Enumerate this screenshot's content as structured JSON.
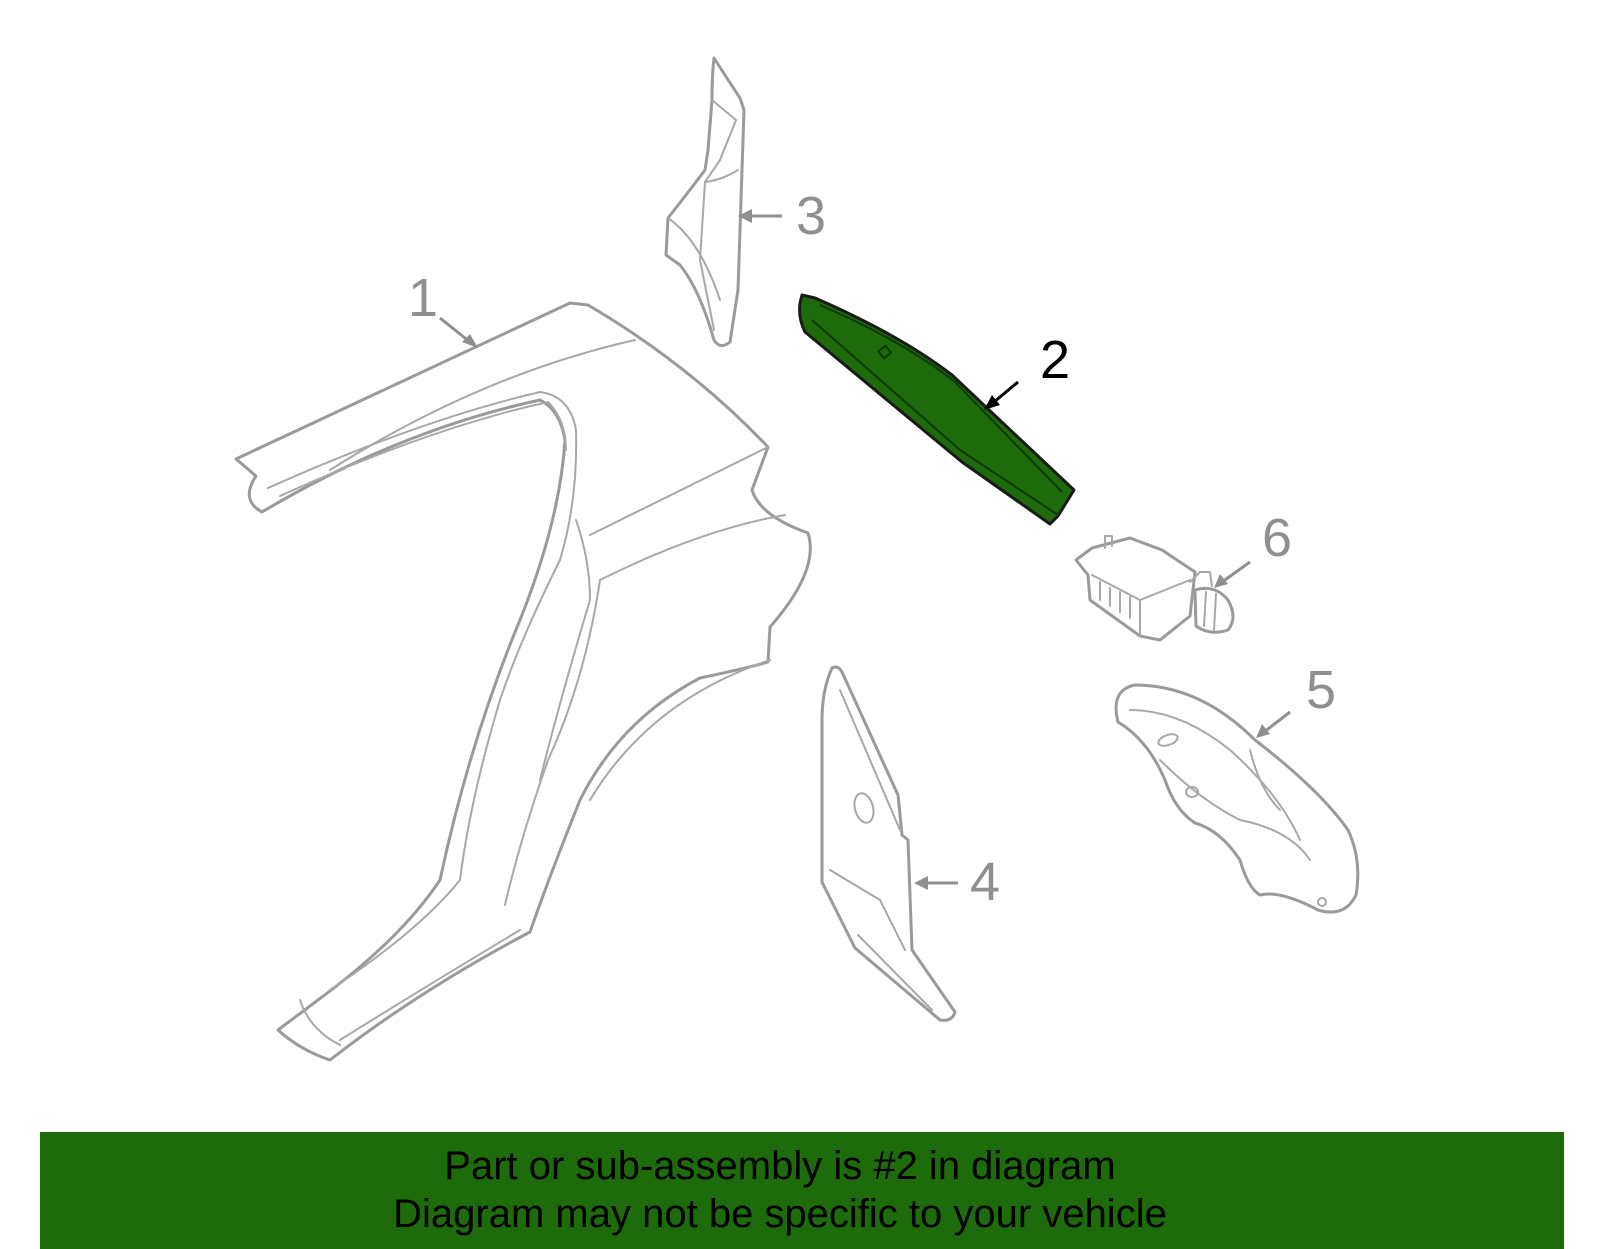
{
  "callouts": {
    "c1": "1",
    "c2": "2",
    "c3": "3",
    "c4": "4",
    "c5": "5",
    "c6": "6"
  },
  "highlight_part": "2",
  "colors": {
    "highlight_fill": "#1e6b0c",
    "part_stroke": "#9a9a9a",
    "banner_bg": "#1e6b0c",
    "banner_text": "#000000"
  },
  "banner": {
    "line1": "Part or sub-assembly is #2 in diagram",
    "line2": "Diagram may not be specific to your vehicle"
  }
}
